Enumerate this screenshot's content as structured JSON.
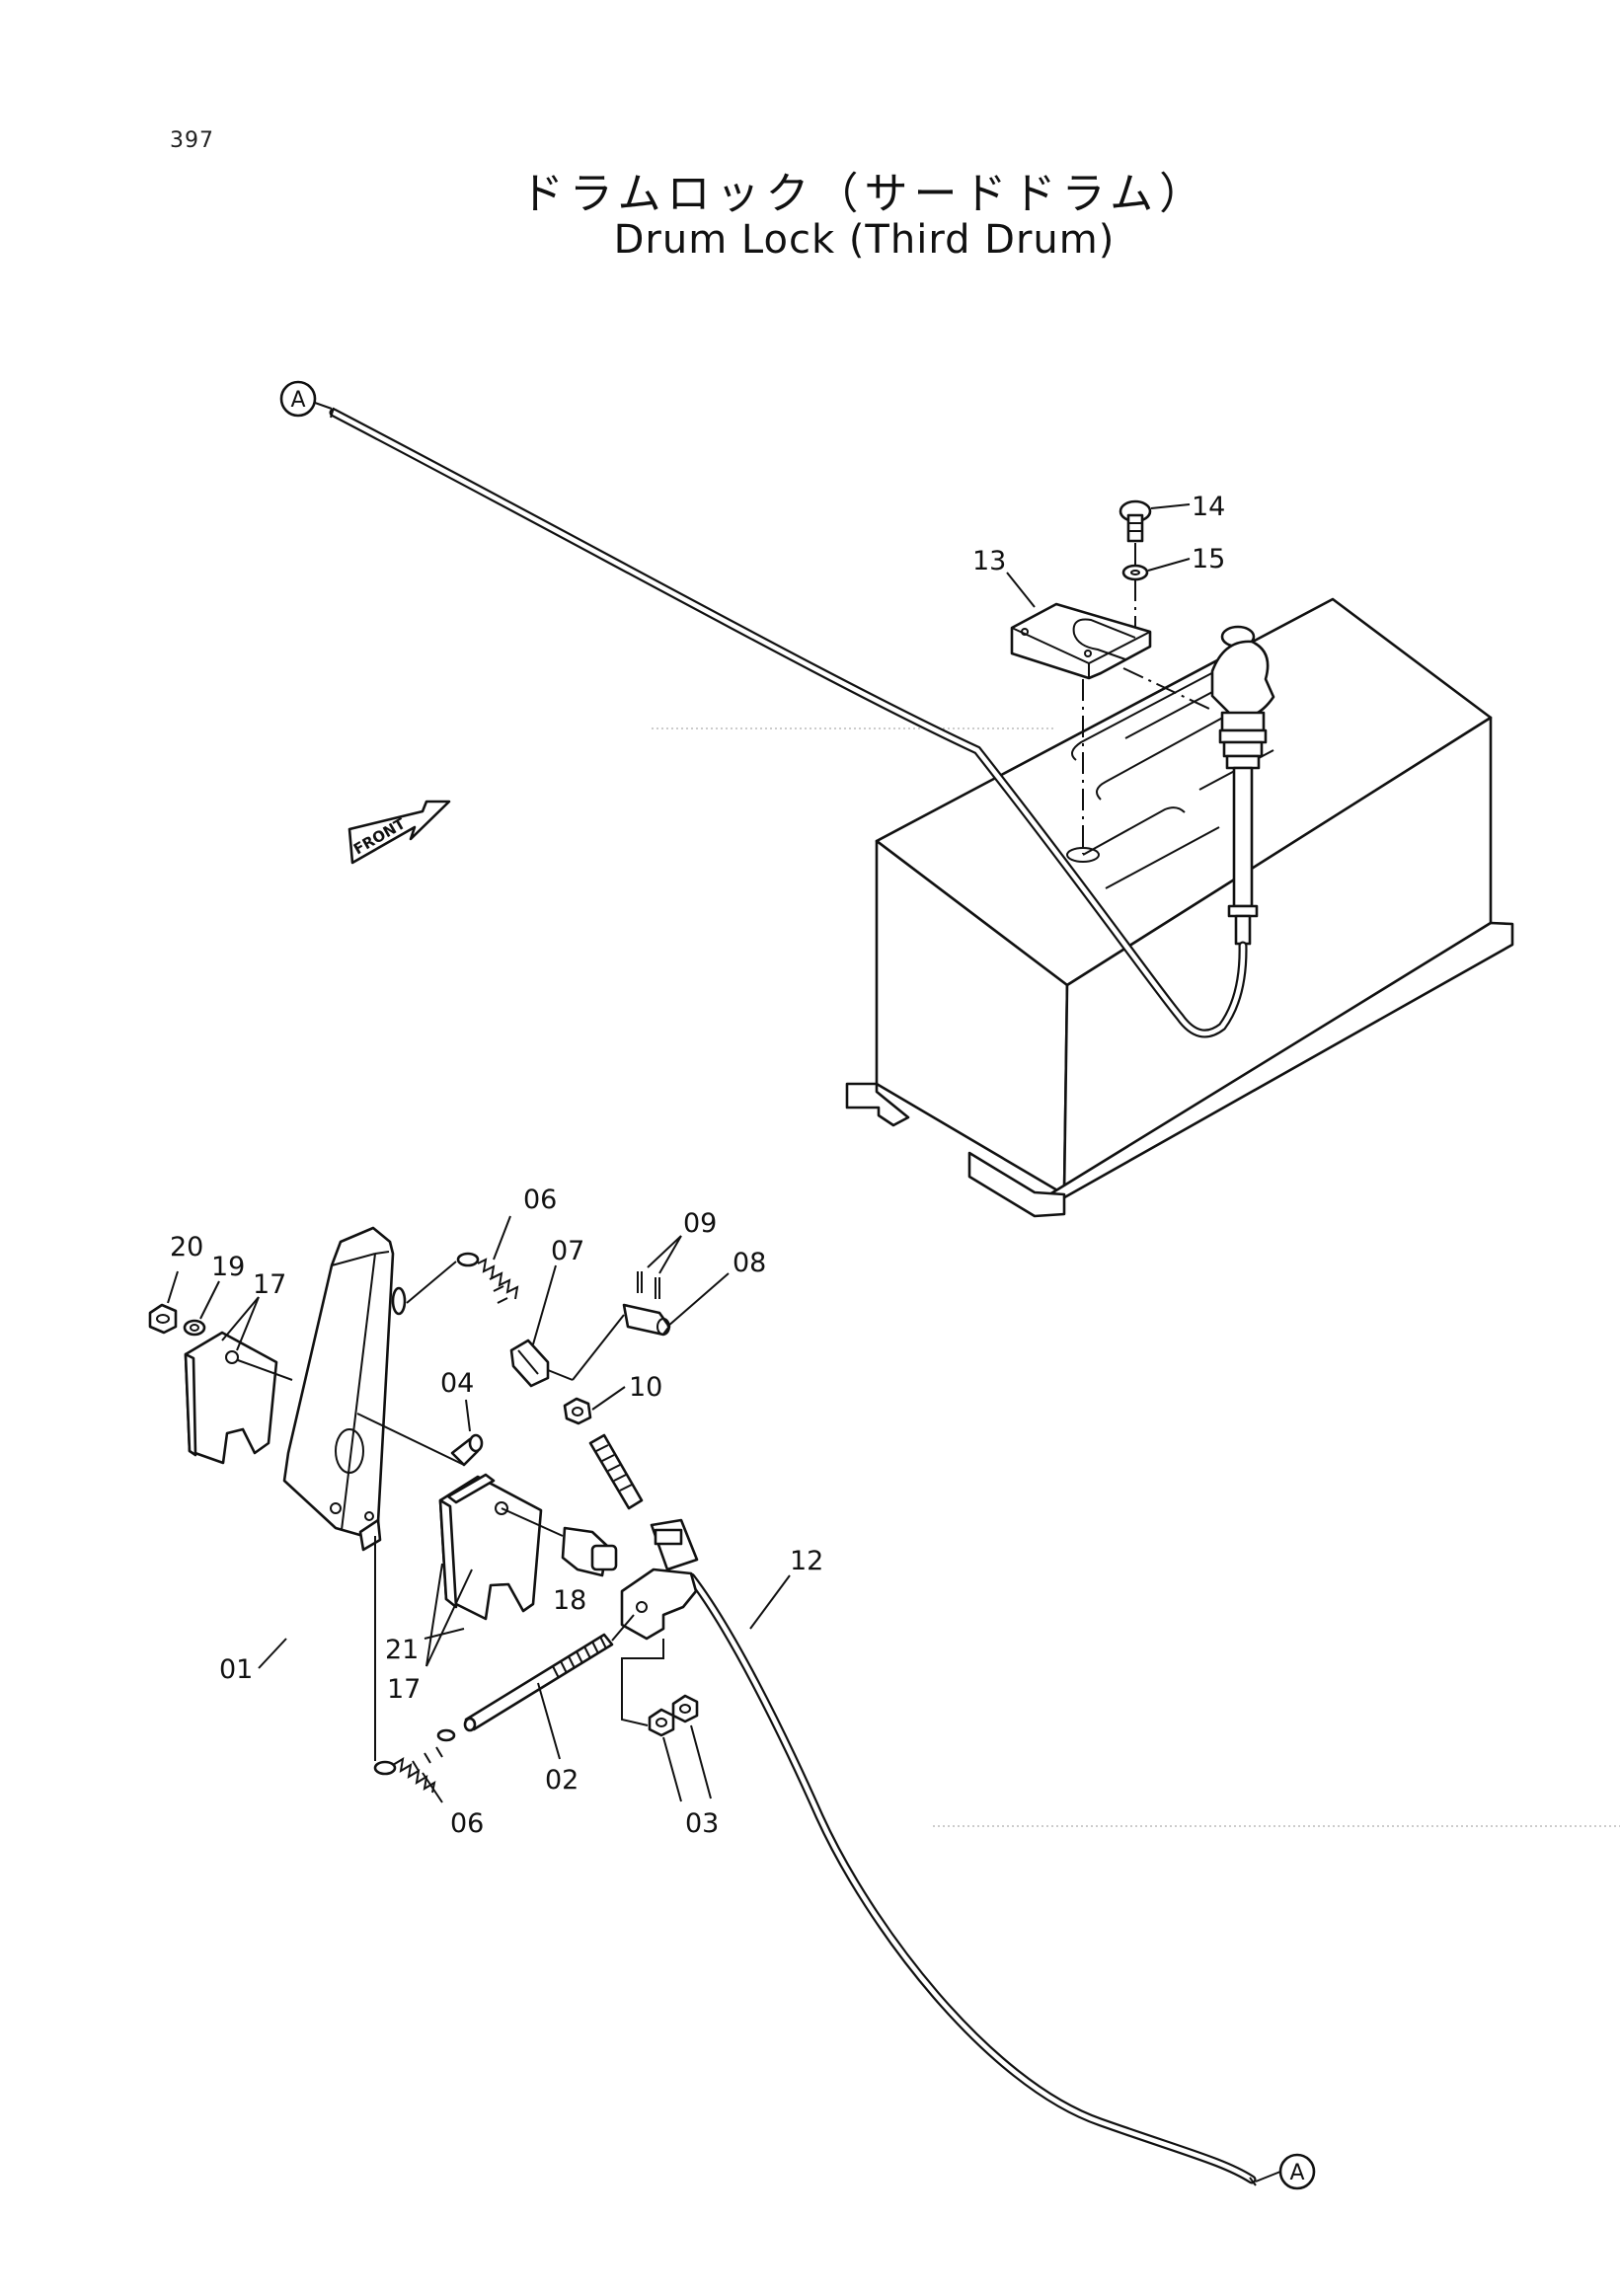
{
  "page": {
    "number": "397"
  },
  "title": {
    "japanese": "ドラムロック（サードドラム）",
    "english": "Drum Lock (Third Drum)"
  },
  "direction_marker": {
    "label": "FRONT"
  },
  "connection_markers": [
    "A",
    "A"
  ],
  "callouts": {
    "c14": "14",
    "c15": "15",
    "c13": "13",
    "c06a": "06",
    "c07": "07",
    "c09": "09",
    "c08": "08",
    "c10": "10",
    "c20": "20",
    "c19": "19",
    "c17a": "17",
    "c04": "04",
    "c12": "12",
    "c18": "18",
    "c21": "21",
    "c17b": "17",
    "c01": "01",
    "c02": "02",
    "c03": "03",
    "c06b": "06"
  }
}
